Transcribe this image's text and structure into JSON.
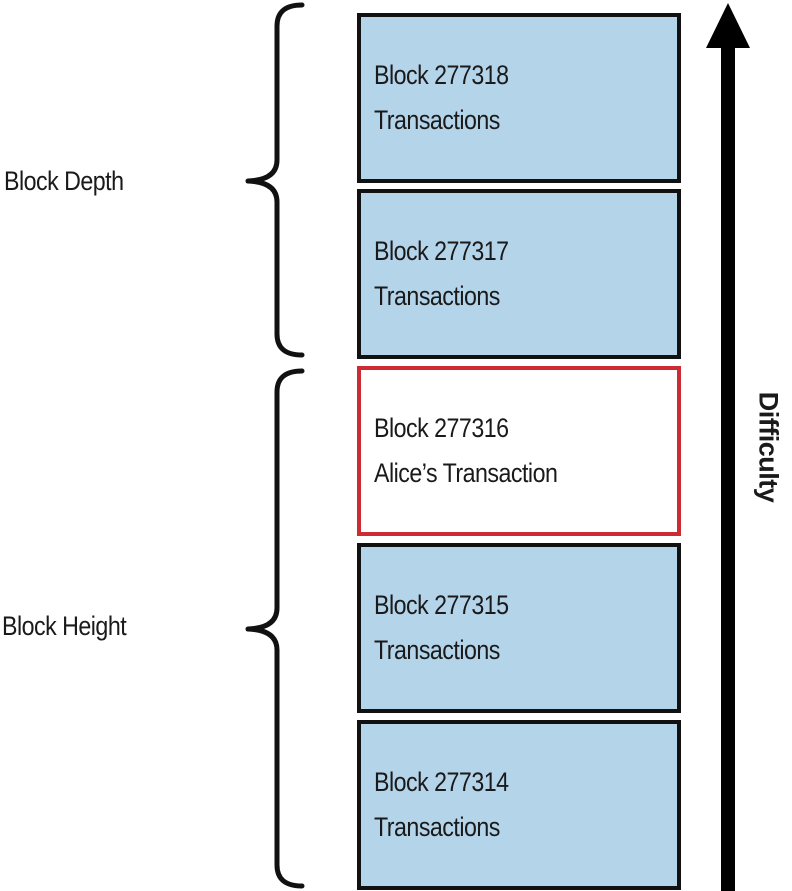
{
  "blocks": [
    {
      "line1": "Block 277318",
      "line2": "Transactions"
    },
    {
      "line1": "Block 277317",
      "line2": "Transactions"
    },
    {
      "line1": "Block 277316",
      "line2": "Alice’s Transaction"
    },
    {
      "line1": "Block 277315",
      "line2": "Transactions"
    },
    {
      "line1": "Block 277314",
      "line2": "Transactions"
    }
  ],
  "labels": {
    "block_depth": "Block Depth",
    "block_height": "Block Height",
    "difficulty": "Difficulty"
  },
  "colors": {
    "block_fill": "#b4d4ea",
    "highlight_border": "#cc2b33",
    "stroke": "#111111"
  },
  "icons": {
    "arrow": "up-arrow-icon",
    "brace": "left-curly-brace"
  }
}
